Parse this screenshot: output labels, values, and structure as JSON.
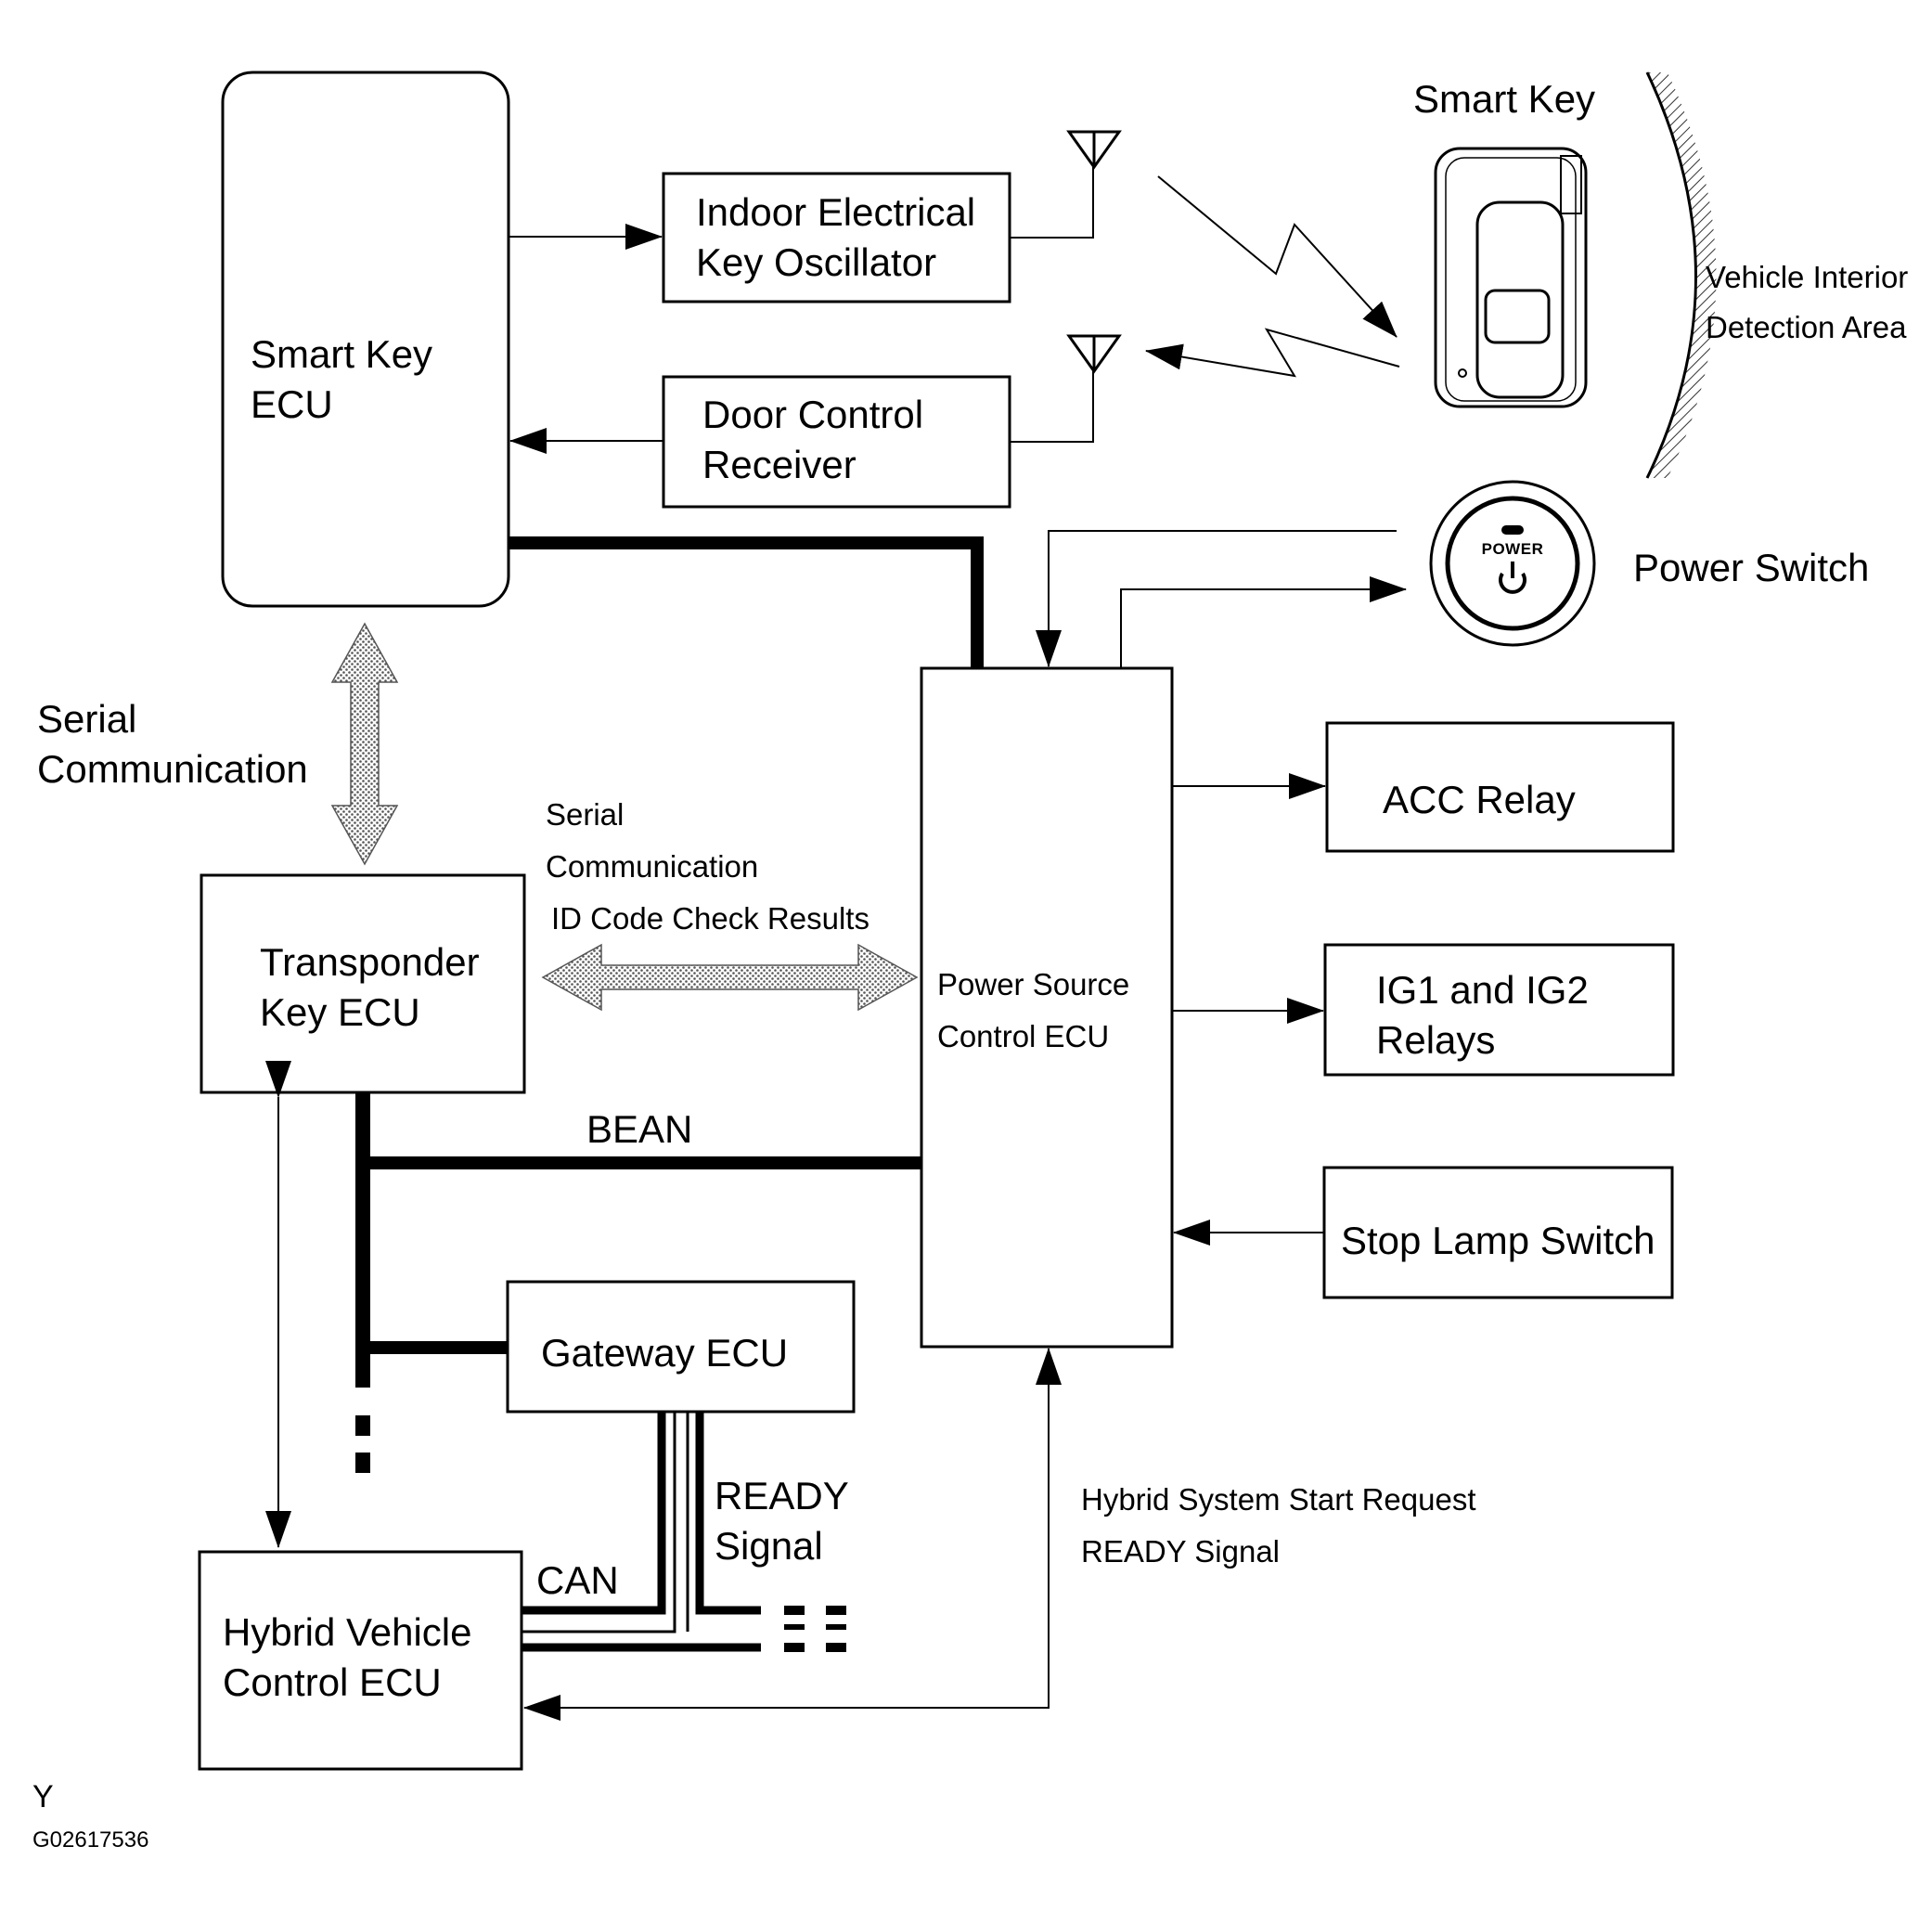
{
  "components": {
    "smart_key_ecu": [
      "Smart Key",
      "ECU"
    ],
    "indoor_oscillator": [
      "Indoor Electrical",
      "Key Oscillator"
    ],
    "door_receiver": [
      "Door Control",
      "Receiver"
    ],
    "smart_key": "Smart Key",
    "detection_area": [
      "Vehicle Interior",
      "Detection Area"
    ],
    "power_switch": "Power Switch",
    "power_switch_button": "POWER",
    "power_source_ecu": [
      "Power Source",
      "Control ECU"
    ],
    "acc_relay": "ACC Relay",
    "ig_relays": [
      "IG1 and IG2",
      "Relays"
    ],
    "stop_lamp_switch": "Stop Lamp Switch",
    "transponder_ecu": [
      "Transponder",
      "Key ECU"
    ],
    "gateway_ecu": "Gateway ECU",
    "hybrid_ecu": [
      "Hybrid Vehicle",
      "Control ECU"
    ]
  },
  "labels": {
    "serial_comm_left": [
      "Serial",
      "Communication"
    ],
    "serial_comm_mid": [
      "Serial",
      "Communication",
      "ID Code Check Results"
    ],
    "bean": "BEAN",
    "can": "CAN",
    "ready_signal": [
      "READY",
      "Signal"
    ],
    "hybrid_start": [
      "Hybrid System Start Request",
      "READY Signal"
    ]
  },
  "footer": {
    "letter": "Y",
    "code": "G02617536"
  }
}
